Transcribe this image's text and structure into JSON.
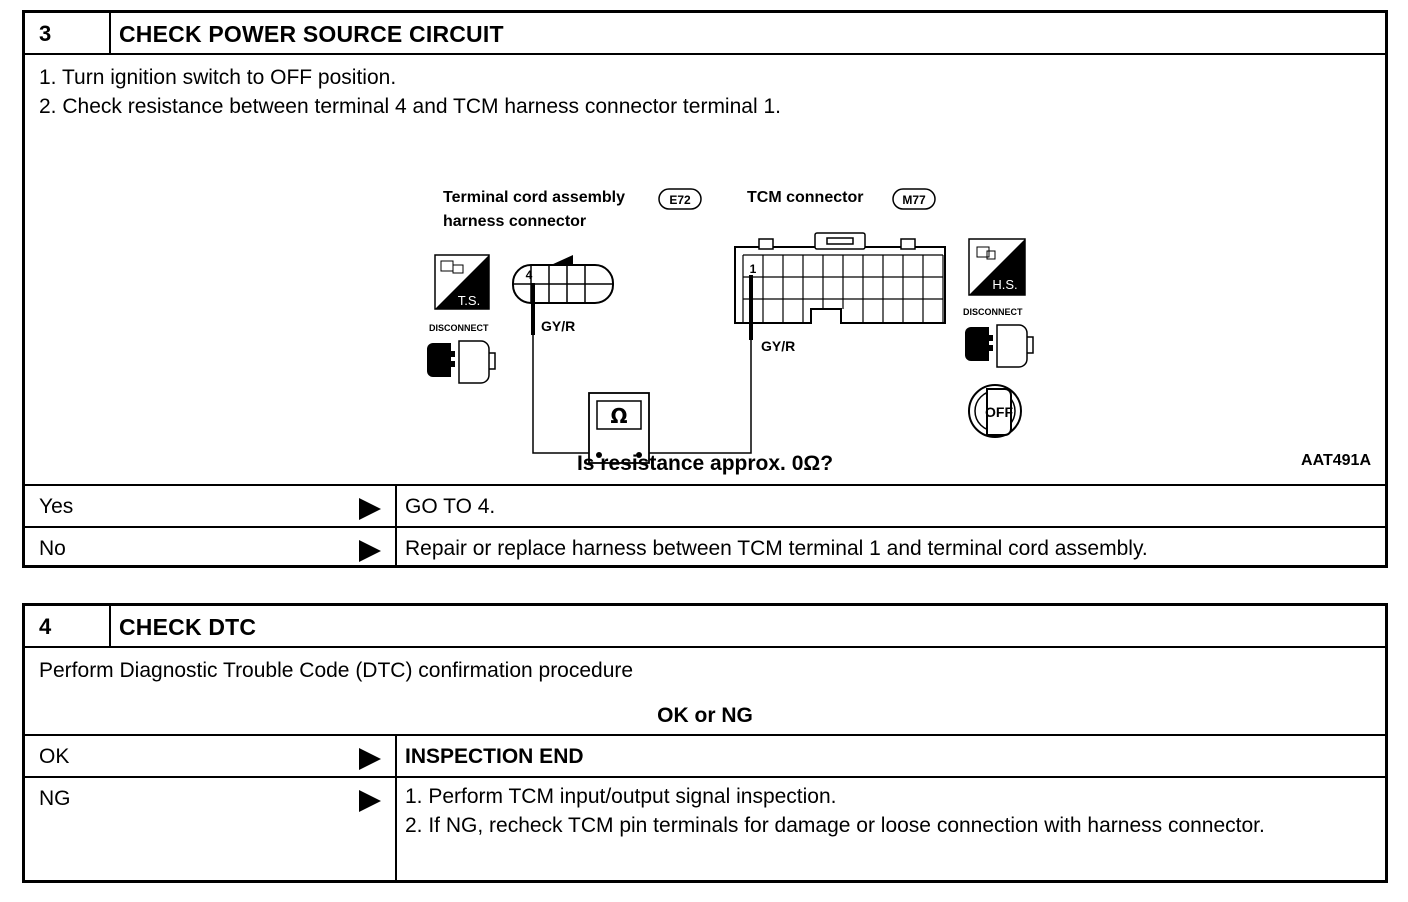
{
  "step3": {
    "number": "3",
    "title": "CHECK POWER SOURCE CIRCUIT",
    "instructions": [
      "1.  Turn ignition switch to OFF position.",
      "2.  Check resistance between terminal 4 and TCM harness connector terminal 1."
    ],
    "figure": {
      "left_connector_label_line1": "Terminal cord assembly",
      "left_connector_label_line2": "harness connector",
      "left_connector_code": "E72",
      "right_connector_label": "TCM connector",
      "right_connector_code": "M77",
      "left_badge": "T.S.",
      "right_badge": "H.S.",
      "disconnect_left": "DISCONNECT",
      "disconnect_right": "DISCONNECT",
      "left_terminal": "4",
      "right_terminal": "1",
      "left_wire_color": "GY/R",
      "right_wire_color": "GY/R",
      "meter_symbol": "Ω",
      "key_label": "OFF",
      "figure_id": "AAT491A"
    },
    "question": "Is resistance approx. 0Ω?",
    "answers": [
      {
        "label": "Yes",
        "action": "GO TO 4."
      },
      {
        "label": "No",
        "action": "Repair or replace harness between TCM terminal 1 and terminal cord assembly."
      }
    ]
  },
  "step4": {
    "number": "4",
    "title": "CHECK DTC",
    "instruction": "Perform Diagnostic Trouble Code (DTC) confirmation procedure",
    "question": "OK or NG",
    "answers": [
      {
        "label": "OK",
        "action": "INSPECTION END"
      },
      {
        "label": "NG",
        "actions": [
          "1.  Perform TCM input/output signal inspection.",
          "2.  If NG, recheck TCM pin terminals for damage or loose connection with harness connector."
        ]
      }
    ]
  }
}
